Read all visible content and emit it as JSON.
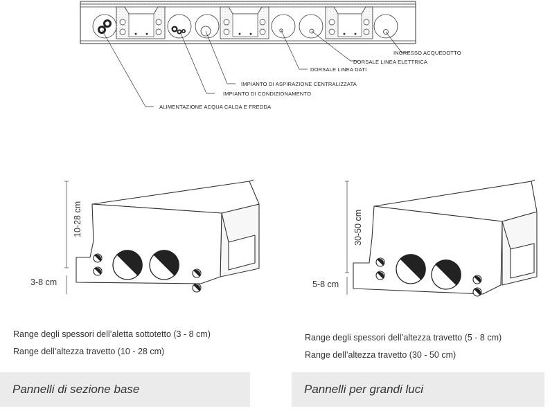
{
  "section_diagram": {
    "callouts": {
      "water_supply_inlet": "INGRESSO ACQUEDOTTO",
      "electric_line_backbone": "DORSALE LINEA ELETTRICA",
      "data_line_backbone": "DORSALE LINEA DATI",
      "central_vacuum_system": "IMPIANTO DI ASPIRAZIONE CENTRALIZZATA",
      "air_conditioning_system": "IMPIANTO DI CONDIZIONAMENTO",
      "hot_cold_water_supply": "ALIMENTAZIONE ACQUA CALDA E FREDDA"
    }
  },
  "panels": [
    {
      "height_dim": "10-28 cm",
      "flange_dim": "3-8 cm",
      "range_1": "Range degli spessori dell’aletta sottotetto (3 - 8 cm)",
      "range_2": "Range dell’altezza travetto (10 - 28 cm)",
      "caption": "Pannelli di sezione base"
    },
    {
      "height_dim": "30-50 cm",
      "flange_dim": "5-8 cm",
      "range_1": "Range degli spessori dell’altezza travetto (5 - 8 cm)",
      "range_2": "Range dell’altezza travetto (30 - 50 cm)",
      "caption": "Pannelli per grandi luci"
    }
  ]
}
